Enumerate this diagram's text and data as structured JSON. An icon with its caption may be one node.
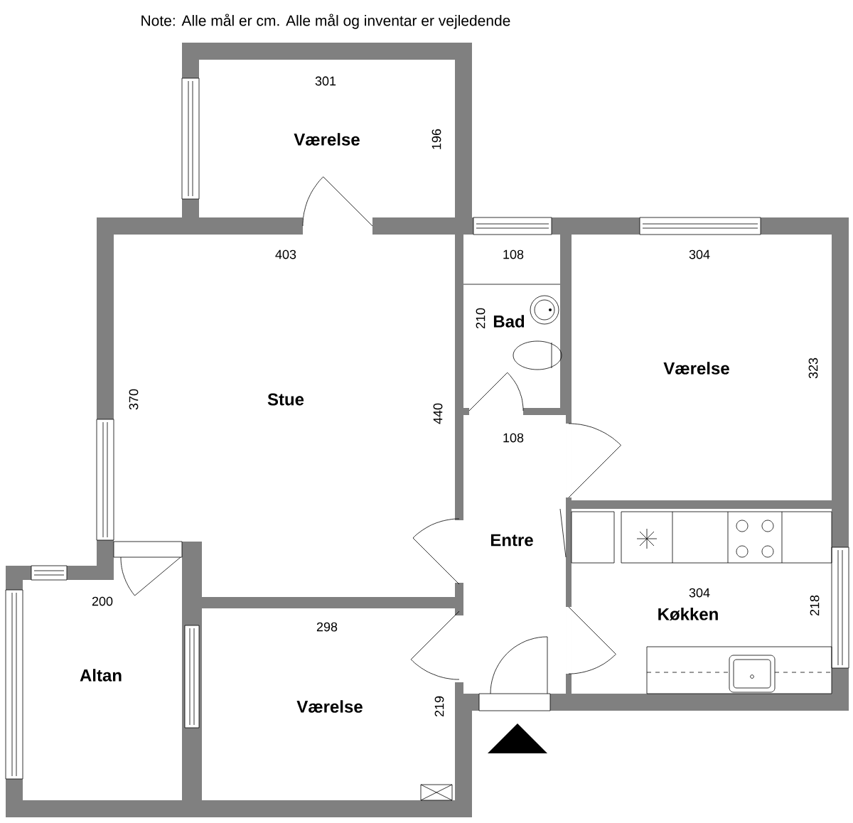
{
  "diagram": {
    "nodes": [
      {
        "text": [
          "Værelse"
        ]
      },
      {
        "text": [
          "Stue"
        ]
      },
      {
        "text": [
          "Bad"
        ]
      },
      {
        "text": [
          "Værelse"
        ]
      },
      {
        "text": [
          "Entre"
        ]
      },
      {
        "text": [
          "Køkken"
        ]
      },
      {
        "text": [
          "Altan"
        ]
      },
      {
        "text": [
          "Værelse"
        ]
      }
    ],
    "labels": [
      "Note: Alle mål er cm. Alle mål og inventar er vejledende",
      "301",
      "196",
      "403",
      "108",
      "304",
      "210",
      "370",
      "440",
      "323",
      "108",
      "200",
      "298",
      "304",
      "218",
      "219"
    ]
  }
}
